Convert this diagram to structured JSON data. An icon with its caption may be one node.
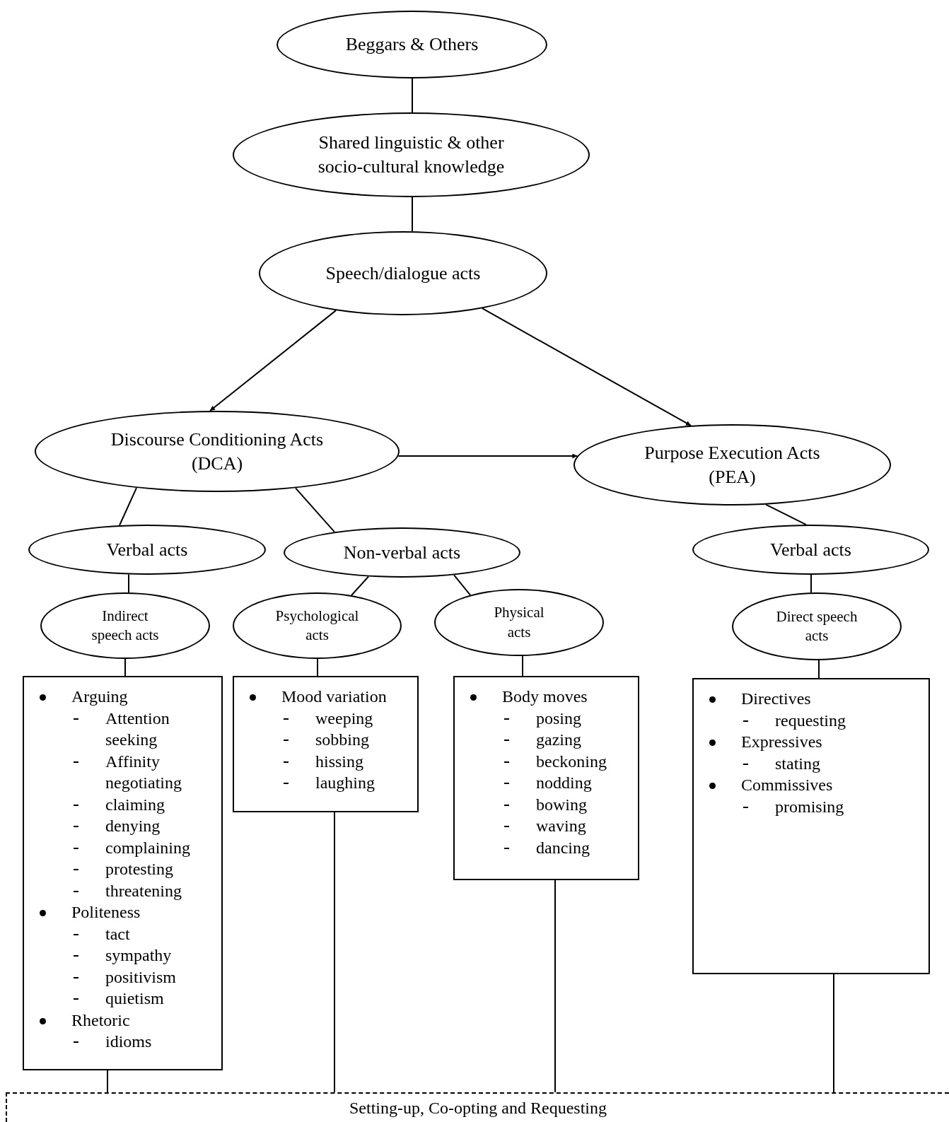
{
  "diagram": {
    "nodes": [
      {
        "text": [
          "Beggars & Others"
        ]
      },
      {
        "text": [
          "Shared linguistic & other socio-cultural knowledge"
        ]
      },
      {
        "text": [
          "Speech/dialogue acts"
        ]
      },
      {
        "text": [
          "Discourse Conditioning Acts (DCA)"
        ]
      },
      {
        "text": [
          "Purpose Execution Acts (PEA)"
        ]
      },
      {
        "text": [
          "Verbal acts"
        ]
      },
      {
        "text": [
          "Non-verbal acts"
        ]
      },
      {
        "text": [
          "Verbal acts"
        ]
      },
      {
        "text": [
          "Indirect speech acts"
        ]
      },
      {
        "text": [
          "Psychological acts"
        ]
      },
      {
        "text": [
          "Physical acts"
        ]
      },
      {
        "text": [
          "Direct speech acts"
        ]
      },
      {
        "text": [
          "Arguing",
          "Attention seeking",
          "Affinity negotiating",
          "claiming",
          "denying",
          "complaining",
          "protesting",
          "threatening",
          "Politeness",
          "tact",
          "sympathy",
          "positivism",
          "quietism",
          "Rhetoric",
          "idioms"
        ]
      },
      {
        "text": [
          "Mood variation",
          "weeping",
          "sobbing",
          "hissing",
          "laughing"
        ]
      },
      {
        "text": [
          "Body moves",
          "posing",
          "gazing",
          "beckoning",
          "nodding",
          "bowing",
          "waving",
          "dancing"
        ]
      },
      {
        "text": [
          "Directives",
          "requesting",
          "Expressives",
          "stating",
          "Commissives",
          "promising"
        ]
      },
      {
        "text": [
          "Setting-up, Co-opting and Requesting"
        ]
      }
    ],
    "edges": [
      {
        "from": 0,
        "to": 1,
        "arrow": "none"
      },
      {
        "from": 1,
        "to": 2,
        "arrow": "none"
      },
      {
        "from": 2,
        "to": 3,
        "arrow": "to"
      },
      {
        "from": 2,
        "to": 4,
        "arrow": "to"
      },
      {
        "from": 3,
        "to": 4,
        "arrow": "to"
      },
      {
        "from": 3,
        "to": 5,
        "arrow": "none"
      },
      {
        "from": 3,
        "to": 6,
        "arrow": "none"
      },
      {
        "from": 4,
        "to": 7,
        "arrow": "none"
      },
      {
        "from": 5,
        "to": 8,
        "arrow": "none"
      },
      {
        "from": 6,
        "to": 9,
        "arrow": "none"
      },
      {
        "from": 6,
        "to": 10,
        "arrow": "none"
      },
      {
        "from": 7,
        "to": 11,
        "arrow": "none"
      },
      {
        "from": 8,
        "to": 12,
        "arrow": "none"
      },
      {
        "from": 9,
        "to": 13,
        "arrow": "none"
      },
      {
        "from": 10,
        "to": 14,
        "arrow": "none"
      },
      {
        "from": 11,
        "to": 15,
        "arrow": "none"
      },
      {
        "from": 12,
        "to": 16,
        "arrow": "none"
      },
      {
        "from": 13,
        "to": 16,
        "arrow": "none"
      },
      {
        "from": 14,
        "to": 16,
        "arrow": "none"
      },
      {
        "from": 15,
        "to": 16,
        "arrow": "none"
      }
    ]
  }
}
